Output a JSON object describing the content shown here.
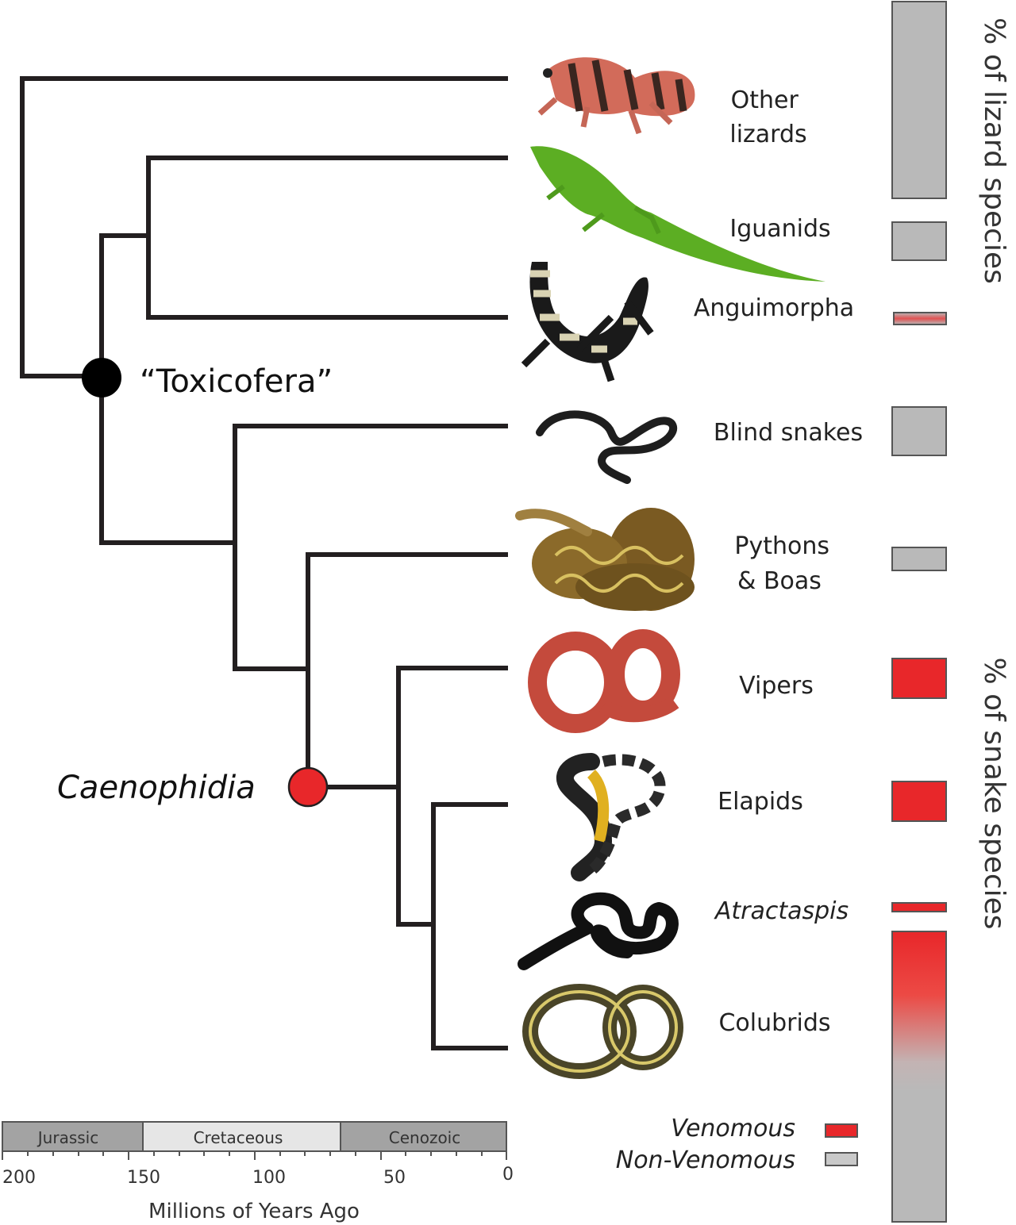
{
  "nodes": {
    "toxicofera": "“Toxicofera”",
    "caenophidia": "Caenophidia"
  },
  "taxa": [
    {
      "lines": [
        "Other",
        "lizards"
      ],
      "italic": false,
      "bar": "grey",
      "picture": "gecko"
    },
    {
      "lines": [
        "Iguanids"
      ],
      "italic": false,
      "bar": "grey",
      "picture": "anole"
    },
    {
      "lines": [
        "Anguimorpha"
      ],
      "italic": false,
      "bar": "grey-red",
      "picture": "gila-monster"
    },
    {
      "lines": [
        "Blind snakes"
      ],
      "italic": false,
      "bar": "grey",
      "picture": "blind-snake"
    },
    {
      "lines": [
        "Pythons",
        "& Boas"
      ],
      "italic": false,
      "bar": "grey",
      "picture": "python"
    },
    {
      "lines": [
        "Vipers"
      ],
      "italic": false,
      "bar": "red",
      "picture": "viper"
    },
    {
      "lines": [
        "Elapids"
      ],
      "italic": false,
      "bar": "red",
      "picture": "cobra"
    },
    {
      "lines": [
        "Atractaspis"
      ],
      "italic": true,
      "bar": "red",
      "picture": "black-snake"
    },
    {
      "lines": [
        "Colubrids"
      ],
      "italic": false,
      "bar": "red-to-grey gradient",
      "picture": "garter-snake"
    }
  ],
  "bar_titles": {
    "lizard": "% of lizard species",
    "snake": "% of snake species"
  },
  "timescale": {
    "periods": [
      "Jurassic",
      "Cretaceous",
      "Cenozoic"
    ],
    "ticks": [
      "200",
      "150",
      "100",
      "50",
      "0"
    ],
    "title": "Millions of Years Ago"
  },
  "legend": {
    "venomous": "Venomous",
    "non_venomous": "Non-Venomous"
  },
  "colors": {
    "venomous": "#e8272a",
    "non_venomous": "#b9b9b9",
    "branch": "#231f20",
    "toxicofera_node": "#000000",
    "caenophidia_node": "#e8272a"
  }
}
